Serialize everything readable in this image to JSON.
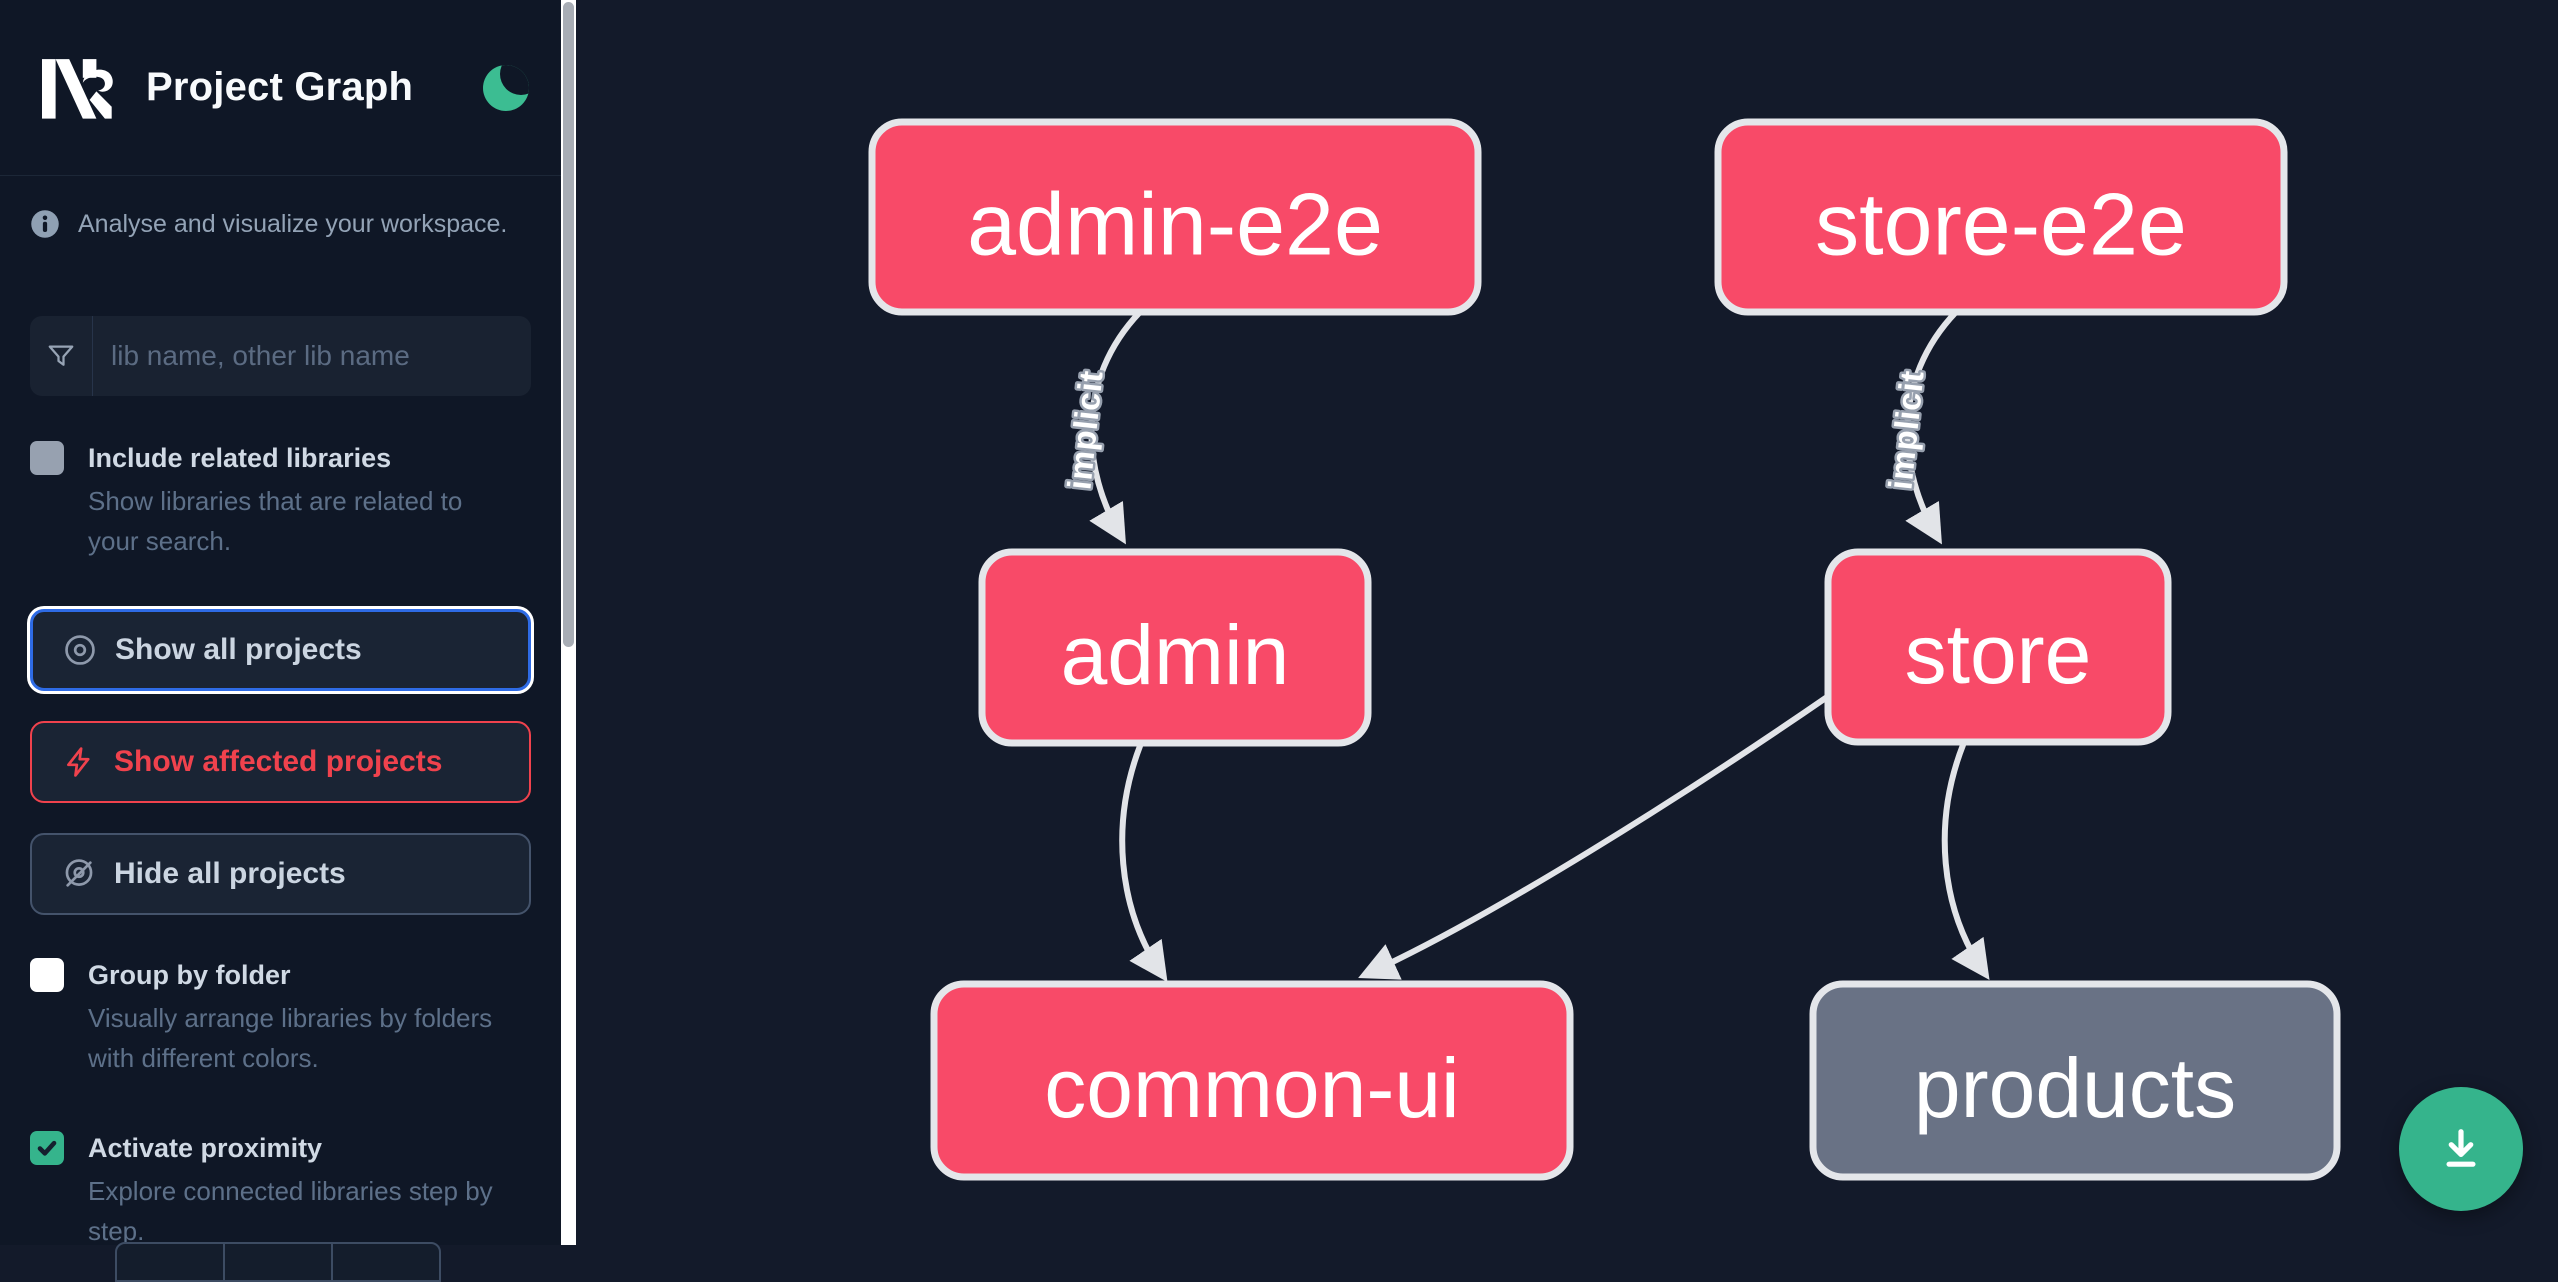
{
  "header": {
    "title": "Project Graph"
  },
  "sidebar": {
    "tagline": "Analyse and visualize your workspace.",
    "search_placeholder": "lib name, other lib name",
    "checkboxes": [
      {
        "label": "Include related libraries",
        "description": "Show libraries that are related to your search.",
        "checked": false
      },
      {
        "label": "Group by folder",
        "description": "Visually arrange libraries by folders with different colors.",
        "checked": false
      },
      {
        "label": "Activate proximity",
        "description": "Explore connected libraries step by step.",
        "checked": true
      }
    ],
    "buttons": [
      {
        "label": "Show all projects",
        "icon": "eye-icon",
        "state": "focused"
      },
      {
        "label": "Show affected projects",
        "icon": "bolt-icon",
        "state": "affected"
      },
      {
        "label": "Hide all projects",
        "icon": "eye-off-icon",
        "state": "default"
      }
    ]
  },
  "graph": {
    "nodes": [
      {
        "id": "admin-e2e",
        "label": "admin-e2e",
        "color": "pink"
      },
      {
        "id": "store-e2e",
        "label": "store-e2e",
        "color": "pink"
      },
      {
        "id": "admin",
        "label": "admin",
        "color": "pink"
      },
      {
        "id": "store",
        "label": "store",
        "color": "pink"
      },
      {
        "id": "common-ui",
        "label": "common-ui",
        "color": "pink"
      },
      {
        "id": "products",
        "label": "products",
        "color": "gray"
      }
    ],
    "edges": [
      {
        "from": "admin-e2e",
        "to": "admin",
        "label": "implicit"
      },
      {
        "from": "store-e2e",
        "to": "store",
        "label": "implicit"
      },
      {
        "from": "admin",
        "to": "common-ui"
      },
      {
        "from": "store",
        "to": "common-ui"
      },
      {
        "from": "store",
        "to": "products"
      }
    ]
  },
  "fab": {
    "icon": "download-icon"
  },
  "colors": {
    "node_pink": "#f84a68",
    "node_gray": "#697285",
    "node_border": "#e4e6ea",
    "edge": "#e2e4e8",
    "accent_green": "#35b48c",
    "focus_blue": "#2e6be5",
    "affected_red": "#f0424d"
  }
}
